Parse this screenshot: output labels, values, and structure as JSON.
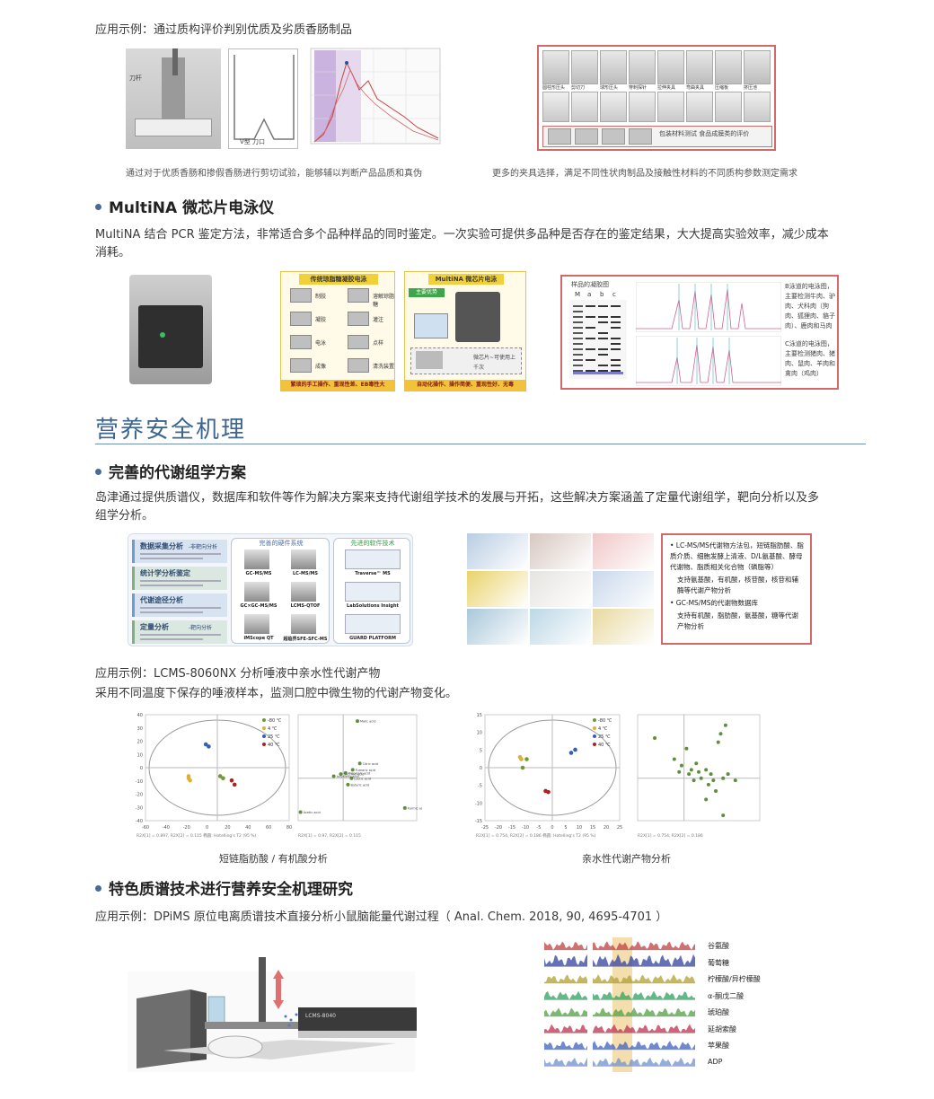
{
  "top": {
    "example_label": "应用示例：通过质构评价判别优质及劣质香肠制品",
    "knife_label": "刀杆",
    "vcut_label": "V型 刀口",
    "caption_left": "通过对于优质香肠和掺假香肠进行剪切试验，能够辅以判断产品品质和真伪",
    "caption_right": "更多的夹具选择，满足不同性状肉制品及接触性材料的不同质构参数测定需求",
    "fixtures_row1": [
      "圆柱形压头",
      "剪切刀",
      "球形压头",
      "穿刺探针",
      "拉伸夹具",
      "弯曲夹具",
      "压缩板",
      "挤压池"
    ],
    "fixtures_note": "包装材料测试 食品成膜类的评价"
  },
  "multina": {
    "heading": "MultiNA 微芯片电泳仪",
    "desc_line1": "MultiNA 结合 PCR 鉴定方法，非常适合多个品种样品的同时鉴定。一次实验可提供多品种是否存在的鉴定结果，大大提高实验效率，减少成本",
    "desc_line2": "消耗。",
    "panel1_title": "传统琼脂糖凝胶电泳",
    "panel1_steps": [
      "制胶",
      "溶解琼脂糖",
      "凝胶",
      "灌注",
      "电泳",
      "点样",
      "成像",
      "清洗装置"
    ],
    "panel1_footer": "繁琐的手工操作、重现性差、EB毒性大",
    "panel2_title": "MultiNA 微芯片电泳",
    "panel2_tag": "主要优势",
    "panel2_chip_note": "微芯片~可使用上千次",
    "panel2_footer": "自动化操作、操作简便、重现性好、无毒",
    "gel_title": "样品的凝胶图",
    "gel_lanes": [
      "M",
      "a",
      "b",
      "c"
    ],
    "b_note": "B泳道的电泳图，主要检测牛肉、驴肉、犬科肉（狗肉、狐狸肉、貉子肉）、鹿肉和马肉",
    "c_note": "C泳道的电泳图，主要检测猪肉、猪肉、鼠肉、羊肉和禽肉（鸡肉）"
  },
  "section": {
    "title": "营养安全机理"
  },
  "metabolomics": {
    "heading": "完善的代谢组学方案",
    "desc_line1": "岛津通过提供质谱仪，数据库和软件等作为解决方案来支持代谢组学技术的发展与开拓，这些解决方案涵盖了定量代谢组学，靶向分析以及多",
    "desc_line2": "组学分析。",
    "workflow": [
      {
        "label": "数据采集分析",
        "sub": "非靶向分析"
      },
      {
        "label": "统计学分析鉴定",
        "sub": ""
      },
      {
        "label": "代谢途径分析",
        "sub": ""
      },
      {
        "label": "定量分析",
        "sub": "靶向分析"
      }
    ],
    "hw_title": "完善的硬件系统",
    "hw_items": [
      "GC-MS/MS",
      "LC-MS/MS",
      "GC×GC-MS/MS",
      "LCMS-QTOF",
      "iMScope QT",
      "超临界SFE-SFC-MS"
    ],
    "sw_title": "先进的软件技术",
    "sw_items": [
      "Traverse™ MS",
      "LabSolutions Insight",
      "GUARD PLATFORM"
    ],
    "list": [
      {
        "bullet": true,
        "text": "LC-MS/MS代谢物方法包，短链脂肪酸、脂质介质、细胞发酵上清液、D/L氨基酸、酵母代谢物、脂质相关化合物（磷脂等）"
      },
      {
        "bullet": false,
        "text": "支持氨基酸，有机酸，核苷酸，核苷和辅酶等代谢产物分析"
      },
      {
        "bullet": true,
        "text": "GC-MS/MS的代谢物数据库"
      },
      {
        "bullet": false,
        "text": "支持有机酸，脂肪酸，氨基酸，糖等代谢产物分析"
      }
    ]
  },
  "saliva": {
    "example_label": "应用示例：LCMS-8060NX 分析唾液中亲水性代谢产物",
    "desc": "采用不同温度下保存的唾液样本，监测口腔中微生物的代谢产物变化。",
    "legend": [
      "-80 ℃",
      "4 ℃",
      "25 ℃",
      "40 ℃"
    ],
    "caption_left": "短链脂肪酸 / 有机酸分析",
    "caption_right": "亲水性代谢产物分析",
    "score1_xticks": [
      "-60",
      "-40",
      "-20",
      "0",
      "20",
      "40",
      "60",
      "80"
    ],
    "score1_yticks": [
      "40",
      "30",
      "20",
      "10",
      "0",
      "-10",
      "-20",
      "-30",
      "-40"
    ],
    "score1_footer": "R2X[1] = 0.897, R2X[2] = 0.115 椭圆: Hotelling's T2 (95 %)",
    "load1_footer": "R2X[1] = 0.97, R2X[2] = 0.115",
    "score2_xticks": [
      "-25",
      "-20",
      "-15",
      "-10",
      "-5",
      "0",
      "5",
      "10",
      "15",
      "20",
      "25"
    ],
    "score2_yticks": [
      "15",
      "10",
      "5",
      "0",
      "-5",
      "-10",
      "-15"
    ],
    "score2_footer": "R2X[1] = 0.754, R2X[2] = 0.186 椭圆: Hotelling's T2 (95 %)",
    "load2_footer": "R2X[1] = 0.754, R2X[2] = 0.186",
    "load1_labels": [
      "Malic acid",
      "Citric acid",
      "Fumaric acid",
      "Propionic acid",
      "Succinic acid",
      "Lactic acid",
      "Isovaleric acid",
      "Butyric acid",
      "Acetic acid",
      "Formic acid"
    ]
  },
  "dpims": {
    "heading": "特色质谱技术进行营养安全机理研究",
    "example": "应用示例：DPiMS 原位电离质谱技术直接分析小鼠脑能量代谢过程（ Anal. Chem. 2018, 90, 4695-4701 ）",
    "instrument_label": "LCMS-8040",
    "traces": [
      "谷氨酸",
      "葡萄糖",
      "柠檬酸/异柠檬酸",
      "α-酮戊二酸",
      "琥珀酸",
      "延胡索酸",
      "苹果酸",
      "ADP"
    ]
  },
  "colors": {
    "accent": "#3c6590",
    "bullet": "#4a6b95",
    "redbox": "#d26a6a",
    "c_m80": "#6f9a3a",
    "c_4": "#e0b030",
    "c_25": "#3060b8",
    "c_40": "#b02020",
    "green_pt": "#5f8f3c"
  }
}
